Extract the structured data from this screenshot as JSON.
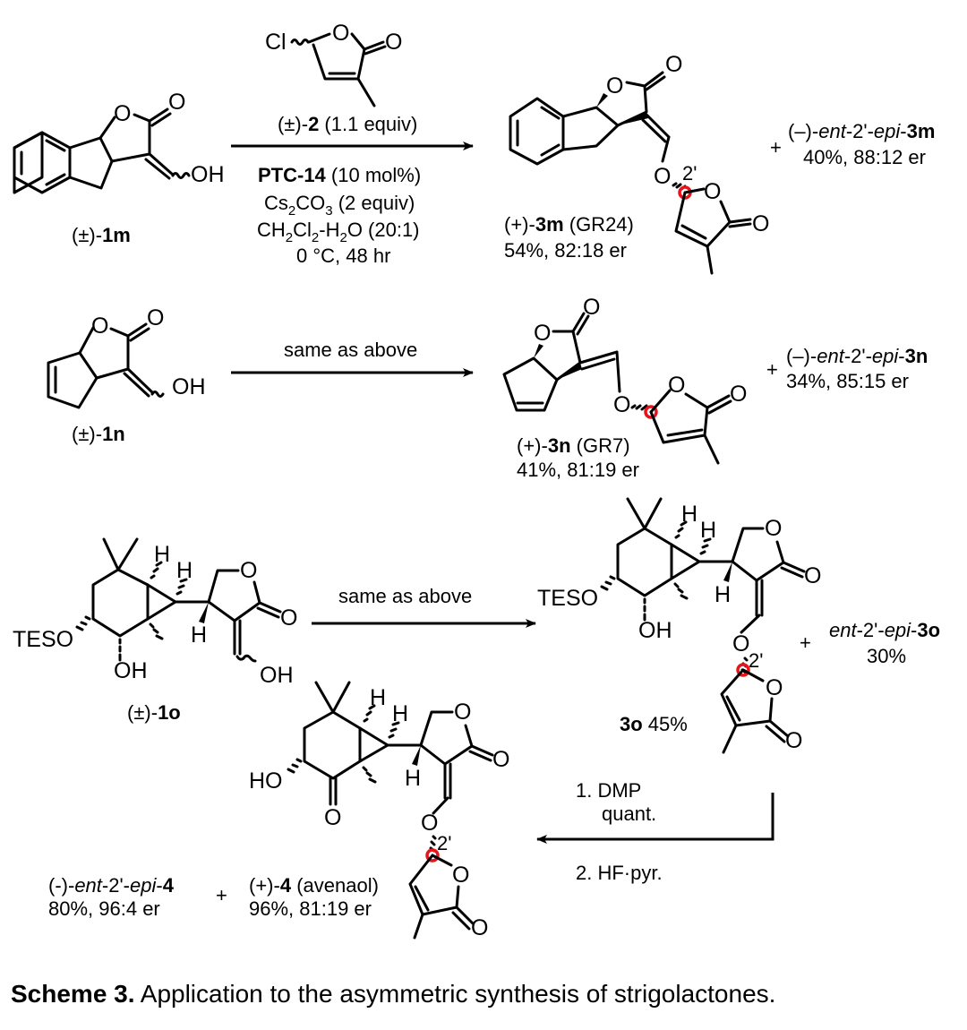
{
  "scheme": {
    "reagent": {
      "cl": "Cl",
      "o": "O",
      "label_prefix": "(±)-",
      "label_compound": "2",
      "label_suffix": " (1.1 equiv)"
    },
    "conditions": {
      "catalyst": "PTC-14",
      "catalyst_loading": " (10 mol%)",
      "base": "Cs",
      "base_sub1": "2",
      "base_mid": "CO",
      "base_sub2": "3",
      "base_suffix": " (2 equiv)",
      "solvent_a": "CH",
      "solvent_sub1": "2",
      "solvent_b": "Cl",
      "solvent_sub2": "2",
      "solvent_c": "-H",
      "solvent_sub3": "2",
      "solvent_d": "O (20:1)",
      "temp_time": "0 °C, 48 hr",
      "same_as_above": "same as above"
    },
    "row1": {
      "sm_prefix": "(±)-",
      "sm_compound": "1m",
      "product_prefix": "(+)-",
      "product_compound": "3m",
      "product_name": " (GR24)",
      "product_yield": "54%, 82:18 er",
      "plus": "+",
      "side_prefix": "(–)-",
      "side_ent": "ent",
      "side_mid": "-2'-",
      "side_epi": "epi",
      "side_dash": "-",
      "side_compound": "3m",
      "side_yield": "40%, 88:12 er",
      "stereo_label": "2'"
    },
    "row2": {
      "sm_prefix": "(±)-",
      "sm_compound": "1n",
      "product_prefix": "(+)-",
      "product_compound": "3n",
      "product_name": " (GR7)",
      "product_yield": "41%, 81:19 er",
      "plus": "+",
      "side_prefix": "(–)-",
      "side_ent": "ent",
      "side_mid": "-2'-",
      "side_epi": "epi",
      "side_dash": "-",
      "side_compound": "3n",
      "side_yield": "34%, 85:15 er"
    },
    "row3": {
      "sm_prefix": "(±)-",
      "sm_compound": "1o",
      "tes": "TESO",
      "oh": "OH",
      "h": "H",
      "product_compound": "3o",
      "product_yield": " 45%",
      "plus": "+",
      "side_ent": "ent",
      "side_mid": "-2'-",
      "side_epi": "epi",
      "side_dash": "-",
      "side_compound": "3o",
      "side_yield": "30%",
      "stereo_label": "2'"
    },
    "row4": {
      "step1": "1. DMP",
      "step1_note": "quant.",
      "step2": "2. HF·pyr.",
      "ho": "HO",
      "stereo_label": "2'",
      "side_prefix": "(-)-",
      "side_ent": "ent",
      "side_mid": "-2'-",
      "side_epi": "epi",
      "side_dash": "-",
      "side_compound": "4",
      "side_yield": "80%, 96:4 er",
      "plus": "+",
      "product_prefix": "(+)-",
      "product_compound": "4",
      "product_name": " (avenaol)",
      "product_yield": "96%, 81:19 er"
    },
    "atoms": {
      "O": "O",
      "OH": "OH",
      "H": "H"
    }
  },
  "caption": {
    "label": "Scheme 3.",
    "text": " Application to the asymmetric synthesis of strigolactones."
  },
  "colors": {
    "stereo_highlight": "#e8141c",
    "ink": "#000000"
  }
}
